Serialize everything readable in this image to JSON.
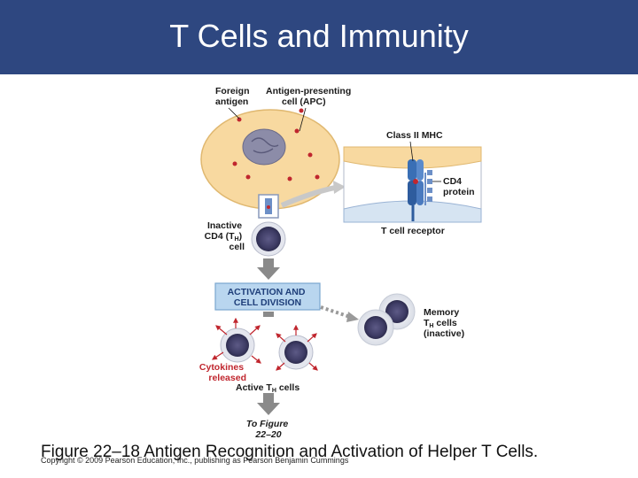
{
  "slide": {
    "title": "T Cells and Immunity",
    "caption": "Figure 22–18 Antigen Recognition and Activation of Helper T Cells.",
    "copyright": "Copyright © 2009 Pearson Education, Inc., publishing as Pearson Benjamin Cummings"
  },
  "diagram": {
    "foreign_antigen": [
      "Foreign",
      "antigen"
    ],
    "apc": [
      "Antigen-presenting",
      "cell (APC)"
    ],
    "class_ii_mhc": "Class II MHC",
    "cd4_protein": [
      "CD4",
      "protein"
    ],
    "t_cell_receptor": "T cell receptor",
    "inactive_cd4": [
      "Inactive",
      "CD4 (T",
      "H",
      ")",
      "cell"
    ],
    "activation": [
      "ACTIVATION AND",
      "CELL DIVISION"
    ],
    "memory": [
      "Memory",
      "T",
      "H",
      " cells",
      "(inactive)"
    ],
    "cytokines": [
      "Cytokines",
      "released"
    ],
    "active_th": [
      "Active T",
      "H",
      " cells"
    ],
    "to_figure": [
      "To Figure",
      "22–20"
    ]
  },
  "colors": {
    "title_bar": "#2e4780",
    "apc_fill": "#f8d9a0",
    "arrow_gray": "#8a8a8a",
    "activation_box": "#b9d6ef",
    "label_red": "#c0262e",
    "label_blue": "#1f3f7a"
  }
}
